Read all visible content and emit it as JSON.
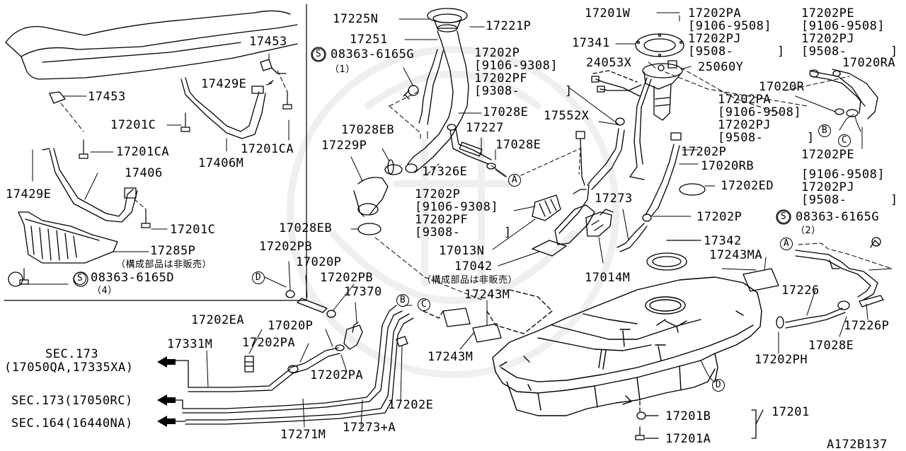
{
  "diagram_id": "A172B137",
  "notes": {
    "not_sold_1": "（構成部品は非販売）",
    "not_sold_2": "（構成部品は非販売）"
  },
  "sections": {
    "sec173a": "SEC.173",
    "sec173a_parts": "(17050QA,17335XA)",
    "sec173b": "SEC.173(17050RC)",
    "sec164": "SEC.164(16440NA)"
  },
  "callouts": {
    "a1": "A",
    "a2": "A",
    "b1": "B",
    "b2": "B",
    "c1": "C",
    "c2": "C",
    "d1": "D",
    "d2": "D",
    "s": "S"
  },
  "parts": {
    "p17225N": "17225N",
    "p17251": "17251",
    "p17221P": "17221P",
    "s08363_6165G": "08363-6165G",
    "q1": "（1）",
    "p17202P_a": "17202P",
    "r9106_9308_a": "[9106-9308]",
    "p17202PF_a": "17202PF",
    "r9308_a": "[9308-",
    "br_a": "]",
    "p17201W": "17201W",
    "p17202PA_a": "17202PA",
    "r9106_9508_a": "[9106-9508]",
    "p17202PJ_a": "17202PJ",
    "r9508_a": "[9508-",
    "br_b": "]",
    "p17202PE_a": "17202PE",
    "r9106_9508_b": "[9106-9508]",
    "p17202PJ_b": "17202PJ",
    "r9508_b": "[9508-",
    "br_c": "]",
    "p17341": "17341",
    "p24053X": "24053X",
    "p25060Y": "25060Y",
    "p17020RA": "17020RA",
    "p17020R": "17020R",
    "p17202PA_b": "17202PA",
    "r9106_9508_c": "[9106-9508]",
    "p17202PJ_c": "17202PJ",
    "r9508_c": "[9508-",
    "br_d": "]",
    "p17028E_a": "17028E",
    "p17552X": "17552X",
    "p17028EB_a": "17028EB",
    "p17227": "17227",
    "p17028E_b": "17028E",
    "p17229P": "17229P",
    "p17326E": "17326E",
    "p17202P_b": "17202P",
    "p17020RB": "17020RB",
    "p17202PE_b": "17202PE",
    "r9106_9508_d": "[9106-9508]",
    "p17202PJ_d": "17202PJ",
    "r9508_d": "[9508-",
    "br_e": "]",
    "p17202ED": "17202ED",
    "p17202P_c": "17202P",
    "r9106_9308_b": "[9106-9308]",
    "p17202PF_b": "17202PF",
    "r9308_b": "[9308-",
    "br_f": "]",
    "p17273": "17273",
    "p17202P_d": "17202P",
    "s08363_6165G_b": "08363-6165G",
    "q2": "（2）",
    "p17028EB_b": "17028EB",
    "p17013N": "17013N",
    "p17342": "17342",
    "p17243MA": "17243MA",
    "p17042": "17042",
    "p17014M": "17014M",
    "p17202PB_a": "17202PB",
    "p17020P_a": "17020P",
    "p17202PB_b": "17202PB",
    "p17370": "17370",
    "p17243M_a": "17243M",
    "p17226": "17226",
    "p17226P": "17226P",
    "p17202EA": "17202EA",
    "p17020P_b": "17020P",
    "p17331M": "17331M",
    "p17202PA_c": "17202PA",
    "p17202PA_d": "17202PA",
    "p17243M_b": "17243M",
    "p17028E_c": "17028E",
    "p17202PH": "17202PH",
    "p17202E": "17202E",
    "p17271M": "17271M",
    "p17273A": "17273+A",
    "p17201B": "17201B",
    "p17201": "17201",
    "p17201A": "17201A",
    "p17453_a": "17453",
    "p17429E_a": "17429E",
    "p17453_b": "17453",
    "p17201C_a": "17201C",
    "p17201CA_a": "17201CA",
    "p17406M": "17406M",
    "p17201CA_b": "17201CA",
    "p17406": "17406",
    "p17429E_b": "17429E",
    "p17201C_b": "17201C",
    "p17285P": "17285P",
    "s08363_6165D": "08363-6165D",
    "q4": "（4）"
  }
}
